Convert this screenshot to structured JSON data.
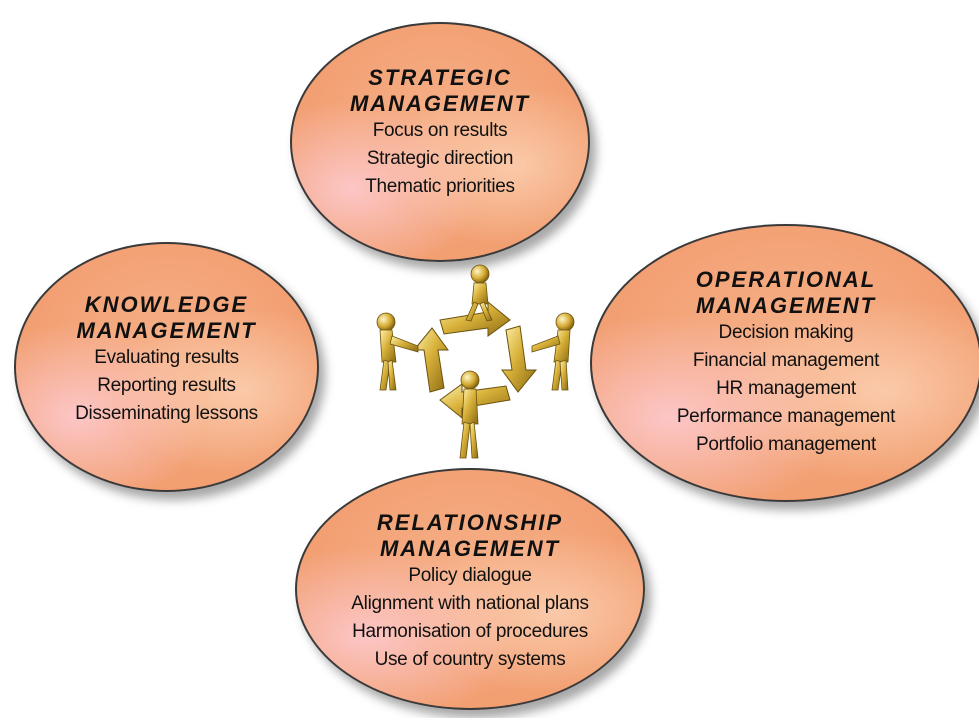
{
  "strategic": {
    "title_line1": "STRATEGIC",
    "title_line2": "MANAGEMENT",
    "items": [
      "Focus on results",
      "Strategic direction",
      "Thematic priorities"
    ]
  },
  "knowledge": {
    "title_line1": "KNOWLEDGE",
    "title_line2": "MANAGEMENT",
    "items": [
      "Evaluating results",
      "Reporting results",
      "Disseminating lessons"
    ]
  },
  "operational": {
    "title_line1": "OPERATIONAL",
    "title_line2": "MANAGEMENT",
    "items": [
      "Decision making",
      "Financial management",
      "HR management",
      "Performance management",
      "Portfolio management"
    ]
  },
  "relationship": {
    "title_line1": "RELATIONSHIP",
    "title_line2": "MANAGEMENT",
    "items": [
      "Policy dialogue",
      "Alignment with national plans",
      "Harmonisation of procedures",
      "Use of country systems"
    ]
  },
  "colors": {
    "ellipse_fill": "#f3a276",
    "ellipse_highlight": "#ffd2e1",
    "gold": "#c9a227",
    "outline": "#3a3a3a"
  },
  "icons": {
    "center": "four-figures-arrows-cycle-icon"
  }
}
